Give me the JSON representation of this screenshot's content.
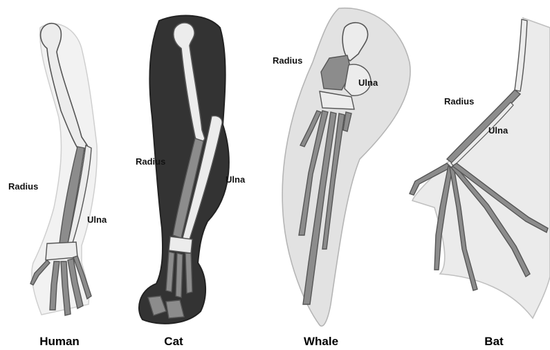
{
  "panels": [
    {
      "name": "Human",
      "labels": {
        "radius": "Radius",
        "ulna": "Ulna"
      }
    },
    {
      "name": "Cat",
      "labels": {
        "radius": "Radius",
        "ulna": "Ulna"
      }
    },
    {
      "name": "Whale",
      "labels": {
        "radius": "Radius",
        "ulna": "Ulna"
      }
    },
    {
      "name": "Bat",
      "labels": {
        "radius": "Radius",
        "ulna": "Ulna"
      }
    }
  ],
  "colors": {
    "bone_light": "#ececec",
    "bone_dark": "#8c8c8c",
    "outline": "#555555",
    "cat_fur": "#333333",
    "skin_light": "#f2f2f2",
    "whale_fin": "#e2e2e2",
    "bat_membrane": "#ebebeb"
  }
}
